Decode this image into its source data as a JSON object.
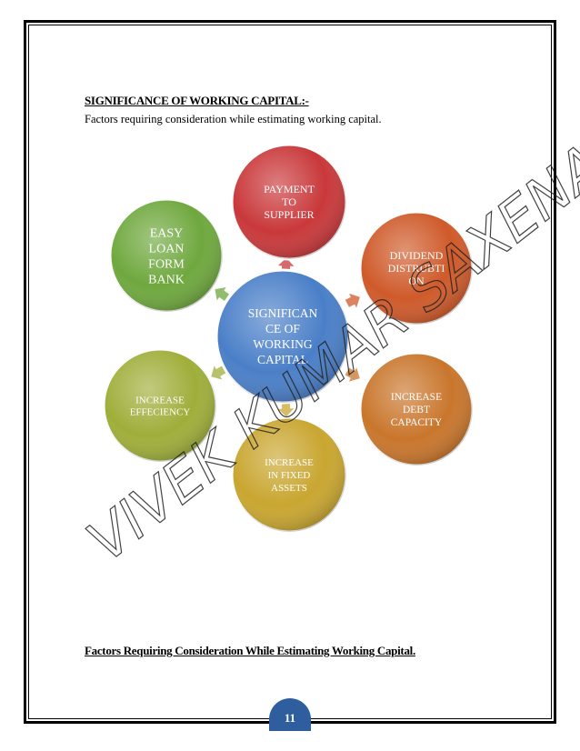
{
  "page": {
    "heading": "SIGNIFICANCE OF WORKING CAPITAL:-",
    "subtext": "Factors requiring consideration while estimating working capital.",
    "footer_heading": "Factors Requiring Consideration While Estimating Working Capital.",
    "page_number": "11",
    "watermark": "VIVEK KUMAR SAXENA"
  },
  "diagram": {
    "center": {
      "lines": [
        "SIGNIFICAN",
        "CE OF",
        "WORKING",
        "CAPITAL"
      ],
      "color": "#4a7fc8"
    },
    "nodes": [
      {
        "id": "payment",
        "lines": [
          "PAYMENT",
          "TO",
          "SUPPLIER"
        ],
        "color": "#c9383a"
      },
      {
        "id": "dividend",
        "lines": [
          "DIVIDEND",
          "DISTRUBTI",
          "ON"
        ],
        "color": "#cf5a2a"
      },
      {
        "id": "debt",
        "lines": [
          "INCREASE",
          "DEBT",
          "CAPACITY"
        ],
        "color": "#c9762c"
      },
      {
        "id": "fixed",
        "lines": [
          "INCREASE",
          "IN FIXED",
          "ASSETS"
        ],
        "color": "#c9a630"
      },
      {
        "id": "effeciency",
        "lines": [
          "INCREASE",
          "EFFECIENCY"
        ],
        "color": "#9fae3a"
      },
      {
        "id": "loan",
        "lines": [
          "EASY",
          "LOAN",
          "FORM",
          "BANK"
        ],
        "color": "#6fa83e"
      }
    ]
  }
}
